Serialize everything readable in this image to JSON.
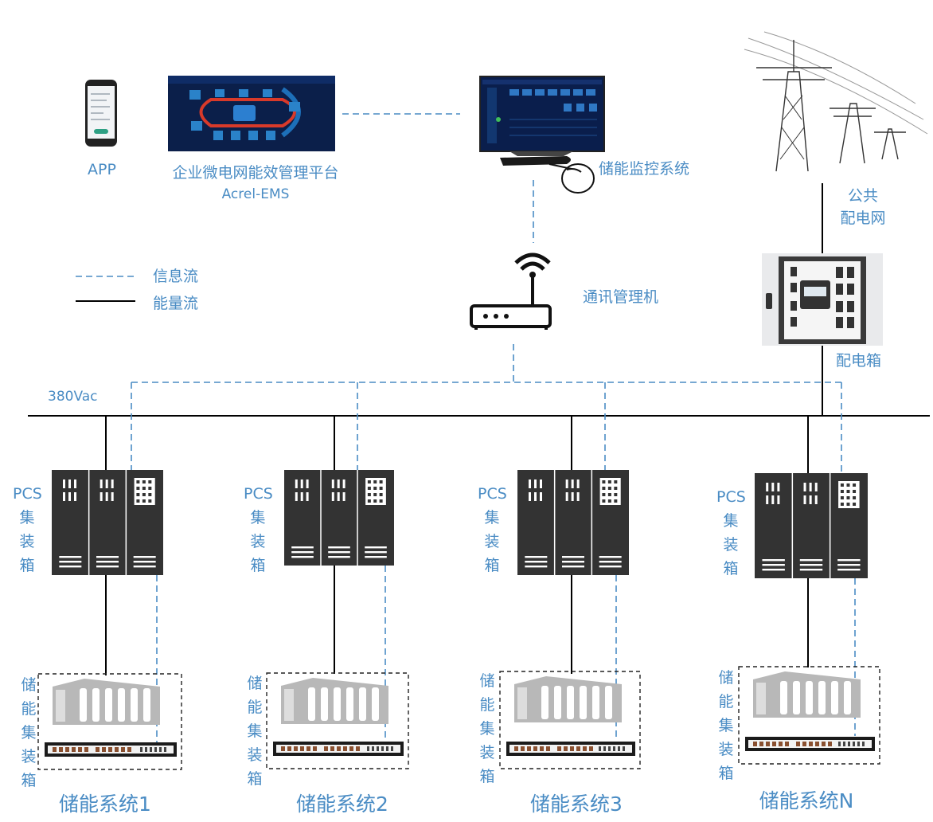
{
  "labels": {
    "app": "APP",
    "platform": "企业微电网能效管理平台",
    "platform_sub": "Acrel-EMS",
    "monitor": "储能监控系统",
    "public_grid_1": "公共",
    "public_grid_2": "配电网",
    "legend_info": "信息流",
    "legend_energy": "能量流",
    "comm": "通讯管理机",
    "dist_box": "配电箱",
    "bus_voltage": "380Vac",
    "platform_screen_title": "企业微电网能效管理系统"
  },
  "pcs_label": [
    "PCS",
    "集",
    "装",
    "箱"
  ],
  "battery_label": [
    "储",
    "能",
    "集",
    "装",
    "箱"
  ],
  "systems": [
    {
      "name": "储能系统1"
    },
    {
      "name": "储能系统2"
    },
    {
      "name": "储能系统3"
    },
    {
      "name": "储能系统N"
    }
  ],
  "colors": {
    "info_line": "#4a8cc4",
    "energy_line": "#000000",
    "cabinet": "#333333",
    "label": "#4a8cc4"
  }
}
